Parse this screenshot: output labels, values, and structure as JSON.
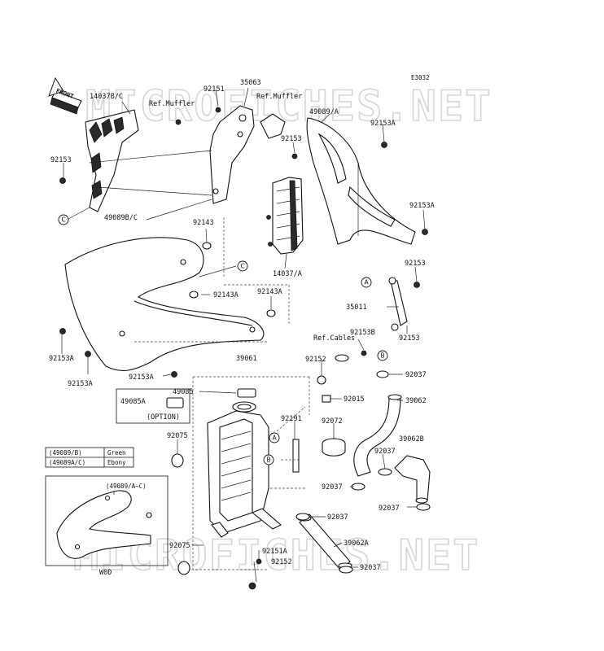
{
  "diagram_code": "E3032",
  "front_label": "FRONT",
  "watermark": "MICROFICHES.NET",
  "parts": {
    "p14037bc": "14037B/C",
    "ref_muffler": "Ref.Muffler",
    "p92151_top": "92151",
    "p35063": "35063",
    "p49089a": "49089/A",
    "p92153a_top": "92153A",
    "p92153_left": "92153",
    "p92153_mid": "92153",
    "p49089bc": "49089B/C",
    "p92143": "92143",
    "p92153a_right": "92153A",
    "p14037a": "14037/A",
    "p92153_right": "92153",
    "p92143a_1": "92143A",
    "p92143a_2": "92143A",
    "p35011": "35011",
    "p92153_r2": "92153",
    "p92153a_l1": "92153A",
    "p92153a_l2": "92153A",
    "ref_cables": "Ref.Cables",
    "p92153b": "92153B",
    "p39061": "39061",
    "p92152_top": "92152",
    "p92153a_bottom": "92153A",
    "p92037_1": "92037",
    "p49085": "49085",
    "p92015": "92015",
    "p39062": "39062",
    "p49085a": "49085A",
    "option": "(OPTION)",
    "p92191": "92191",
    "p92072": "92072",
    "p92075_1": "92075",
    "p39062b": "39062B",
    "p92037_2": "92037",
    "p92037_3": "92037",
    "p92037_4": "92037",
    "p92037_5": "92037",
    "p39062a": "39062A",
    "p92075_2": "92075",
    "p92151a": "92151A",
    "p92152_bottom": "92152",
    "p92037_6": "92037",
    "inset_label": "(49089/A~C)",
    "w0d": "W0D"
  },
  "callouts": {
    "a": "A",
    "b": "B",
    "c": "C"
  },
  "color_table": [
    {
      "code": "(49089/B)",
      "color": "Green"
    },
    {
      "code": "(49089A/C)",
      "color": "Ebony"
    }
  ]
}
